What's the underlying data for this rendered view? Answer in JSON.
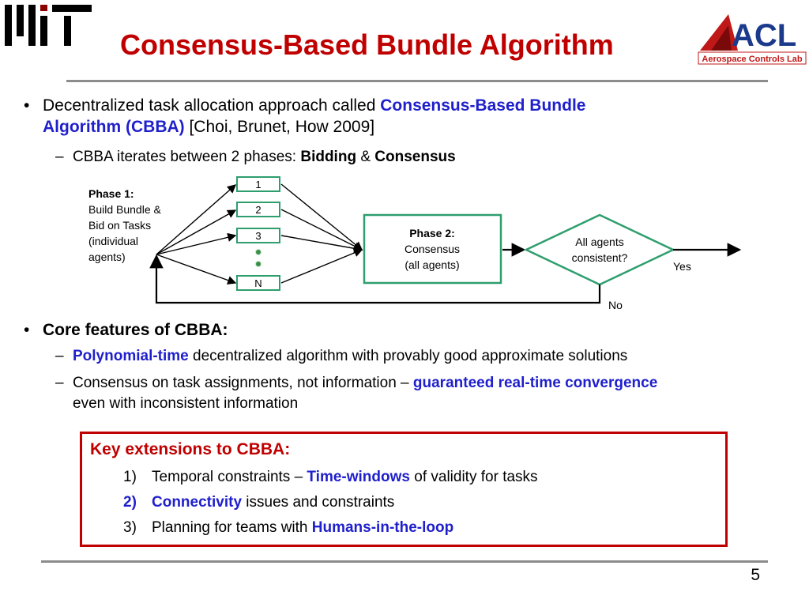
{
  "header": {
    "title": "Consensus-Based Bundle Algorithm",
    "acl_logo_text": "Aerospace Controls Lab",
    "acl_logo_letters": "ACL"
  },
  "bullets": {
    "bullet1": {
      "marker": "•",
      "text_a": "Decentralized task allocation approach called ",
      "link_a": "Consensus-Based Bundle",
      "link_b": "Algorithm (CBBA)",
      "text_b": " [Choi, Brunet, How 2009]"
    },
    "sub1": {
      "marker": "–",
      "text_a": "CBBA iterates between 2 phases: ",
      "bold_a": "Bidding",
      "text_b": " & ",
      "bold_b": "Consensus"
    },
    "bullet2": {
      "marker": "•",
      "text": "Core features of CBBA:"
    },
    "sub2": {
      "marker": "–",
      "highlight": "Polynomial-time",
      "text": " decentralized algorithm with provably good approximate solutions"
    },
    "sub3": {
      "marker": "–",
      "text_a": "Consensus on task assignments, not information – ",
      "highlight": "guaranteed real-time convergence",
      "text_b": "even with inconsistent information"
    }
  },
  "diagram": {
    "phase1": {
      "title": "Phase 1:",
      "lines": [
        "Build Bundle &",
        "Bid on Tasks",
        "(individual",
        "agents)"
      ]
    },
    "tasks": [
      "1",
      "2",
      "3",
      "N"
    ],
    "phase2": {
      "title": "Phase 2:",
      "line1": "Consensus",
      "line2": "(all agents)"
    },
    "decision": {
      "line1": "All agents",
      "line2": "consistent?"
    },
    "yes_label": "Yes",
    "no_label": "No"
  },
  "key_extensions": {
    "title": "Key extensions to CBBA:",
    "items": [
      {
        "num": "1)",
        "text_a": "Temporal constraints – ",
        "highlight": "Time-windows",
        "text_b": " of validity for tasks"
      },
      {
        "num": "2)",
        "text_a": "",
        "highlight": "Connectivity",
        "text_b": " issues and constraints"
      },
      {
        "num": "3)",
        "text_a": "Planning for teams with ",
        "highlight": "Humans-in-the-loop",
        "text_b": ""
      }
    ]
  },
  "page_number": "5",
  "colors": {
    "title_red": "#c00000",
    "link_blue": "#1f1fcc",
    "box_green": "#2e9e6e",
    "dot_green": "#3a8f4a",
    "rule_gray": "#8c8c8c"
  }
}
